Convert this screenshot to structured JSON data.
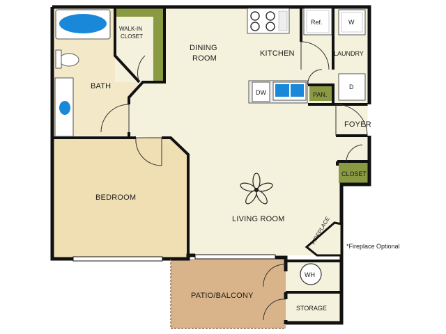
{
  "colors": {
    "living": "#f4f1dc",
    "bath": "#f3e8c8",
    "bedroom": "#f1dfb4",
    "patio": "#d9b48a",
    "closet": "#8a9a42",
    "wall": "#111111",
    "water": "#1a88d8"
  },
  "rooms": {
    "walk_in_closet_1": "WALK-IN",
    "walk_in_closet_2": "CLOSET",
    "bath": "BATH",
    "dining_1": "DINING",
    "dining_2": "ROOM",
    "kitchen": "KITCHEN",
    "laundry": "LAUNDRY",
    "foyer": "FOYER",
    "closet": "CLOSET",
    "bedroom": "BEDROOM",
    "living": "LIVING ROOM",
    "fireplace": "FIREPLACE",
    "patio": "PATIO/BALCONY",
    "storage": "STORAGE"
  },
  "fixtures": {
    "refrigerator": "Ref.",
    "washer": "W",
    "dryer": "D",
    "dishwasher": "DW",
    "pantry": "PAN.",
    "water_heater": "WH"
  },
  "note": "*Fireplace Optional",
  "icons": [
    "bathtub-icon",
    "toilet-icon",
    "sink-icon",
    "stove-icon",
    "kitchen-sink-icon",
    "ceiling-fan-icon",
    "door-swing-icon"
  ]
}
